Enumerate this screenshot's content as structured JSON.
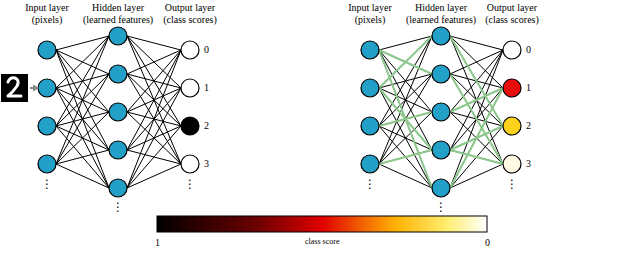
{
  "diagram": {
    "labels": [
      "Input layer (pixels)",
      "Hidden layer (learned features)",
      "Output layer (class scores)",
      "0",
      "1",
      "2",
      "3",
      "⋮",
      "⋮",
      "⋮",
      "Input layer (pixels)",
      "Hidden layer (learned features)",
      "Output layer (class scores)",
      "0",
      "1",
      "2",
      "3",
      "⋮",
      "⋮",
      "⋮",
      "1",
      "class score",
      "0"
    ]
  }
}
